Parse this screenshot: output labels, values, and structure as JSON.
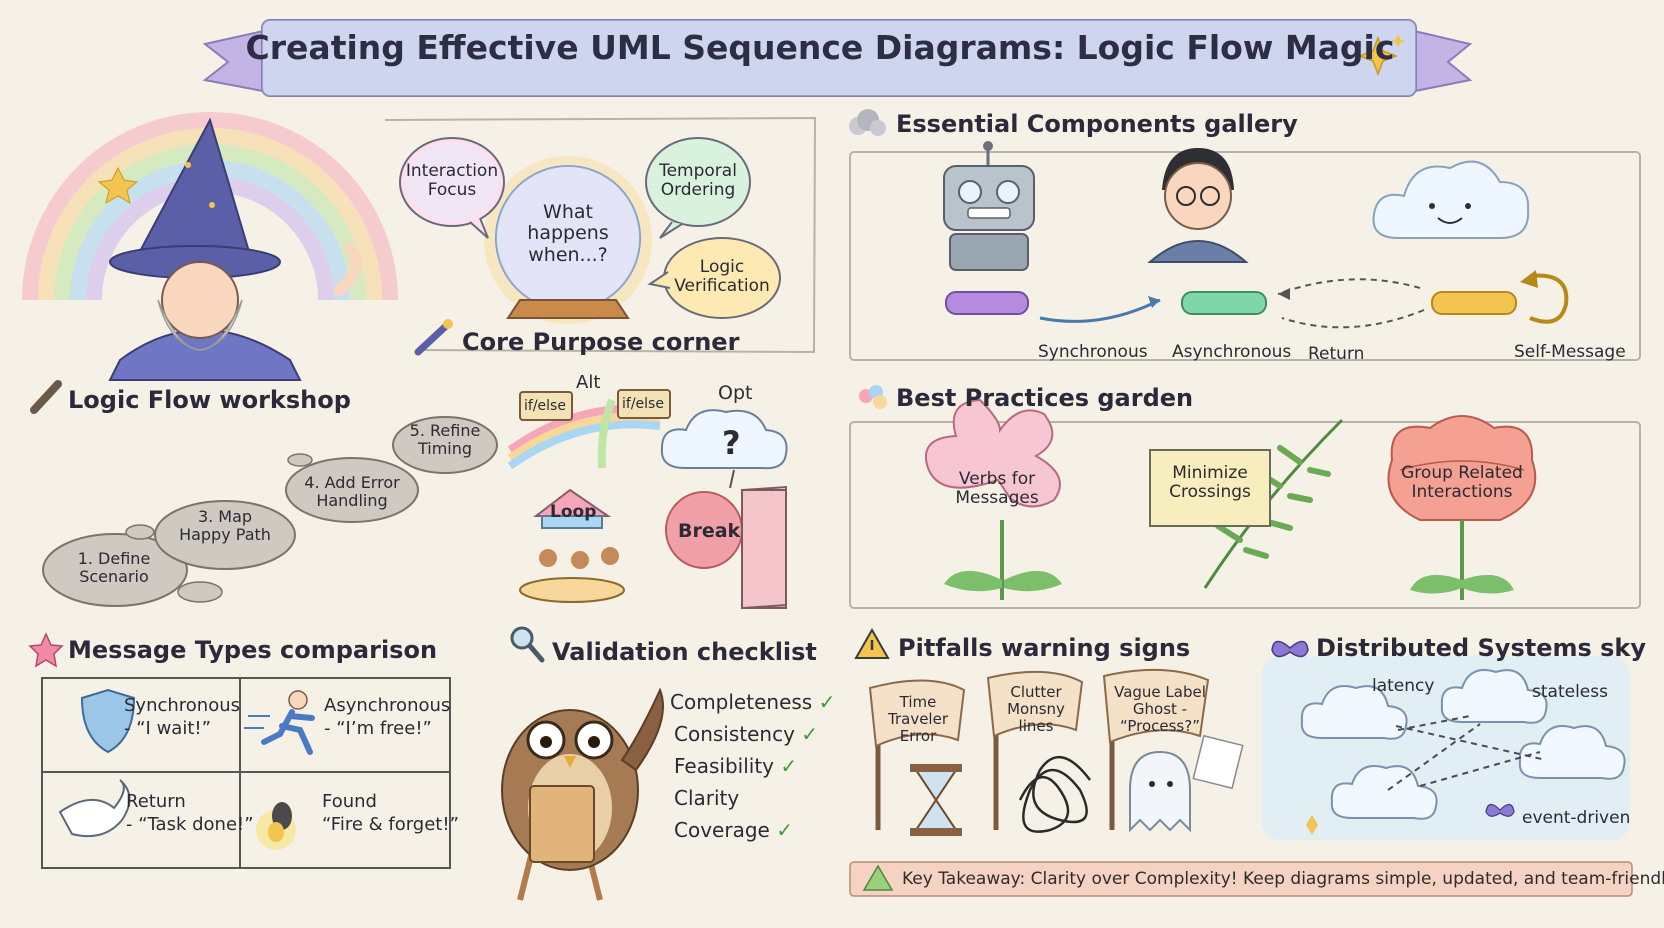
{
  "title": "Creating Effective UML Sequence Diagrams: Logic Flow Magic",
  "core_purpose": {
    "heading": "Core Purpose corner",
    "crystal_ball": "What happens when...?",
    "bubbles": [
      "Interaction Focus",
      "Temporal Ordering",
      "Logic Verification"
    ]
  },
  "components": {
    "heading": "Essential Components gallery",
    "labels": [
      "Synchronous",
      "Asynchronous",
      "Return",
      "Self-Message"
    ]
  },
  "workshop": {
    "heading": "Logic Flow workshop",
    "steps": [
      "1. Define Scenario",
      "3. Map Happy Path",
      "4. Add Error Handling",
      "5. Refine Timing"
    ],
    "fragments": {
      "alt": "Alt",
      "sign_left": "if/else",
      "sign_right": "if/else",
      "opt": "Opt",
      "opt_mark": "?",
      "loop": "Loop",
      "break": "Break"
    }
  },
  "best_practices": {
    "heading": "Best Practices garden",
    "items": [
      "Verbs for Messages",
      "Minimize Crossings",
      "Group Related Interactions"
    ]
  },
  "message_types": {
    "heading": "Message Types comparison",
    "cells": [
      {
        "name": "Synchronous",
        "quote": "- “I wait!”"
      },
      {
        "name": "Asynchronous",
        "quote": "- “I’m free!”"
      },
      {
        "name": "Return",
        "quote": "- “Task done!”"
      },
      {
        "name": "Found",
        "quote": "“Fire & forget!”"
      }
    ]
  },
  "validation": {
    "heading": "Validation checklist",
    "items": [
      {
        "label": "Completeness",
        "mark": "✓"
      },
      {
        "label": "Consistency",
        "mark": "✓"
      },
      {
        "label": "Feasibility",
        "mark": "✓"
      },
      {
        "label": "Clarity",
        "mark": ""
      },
      {
        "label": "Coverage",
        "mark": "✓"
      }
    ]
  },
  "pitfalls": {
    "heading": "Pitfalls warning signs",
    "signs": [
      "Time Traveler Error",
      "Clutter Monsny lines",
      "Vague Label Ghost - “Process?”"
    ]
  },
  "distributed": {
    "heading": "Distributed Systems sky",
    "labels": [
      "latency",
      "stateless",
      "event-driven"
    ]
  },
  "takeaway": "Key Takeaway: Clarity over Complexity! Keep diagrams simple, updated, and team-friendly.",
  "colors": {
    "background": "#f6f1e6",
    "banner": "#c9b8e8",
    "sync": "#b58be0",
    "async": "#7fd6a8",
    "self": "#f3c44f",
    "check": "#3f9a3c",
    "break": "#f2a0a8"
  },
  "icons": [
    "sparkle-icon",
    "wizard-icon",
    "crystal-ball-icon",
    "wand-icon",
    "robot-icon",
    "person-icon",
    "cloud-icon",
    "hammer-icon",
    "star-icon",
    "magnifier-icon",
    "warning-icon",
    "butterfly-icon",
    "shield-icon",
    "runner-icon",
    "dove-icon",
    "firefly-icon",
    "owl-icon",
    "hourglass-icon",
    "tangle-icon",
    "ghost-icon"
  ]
}
